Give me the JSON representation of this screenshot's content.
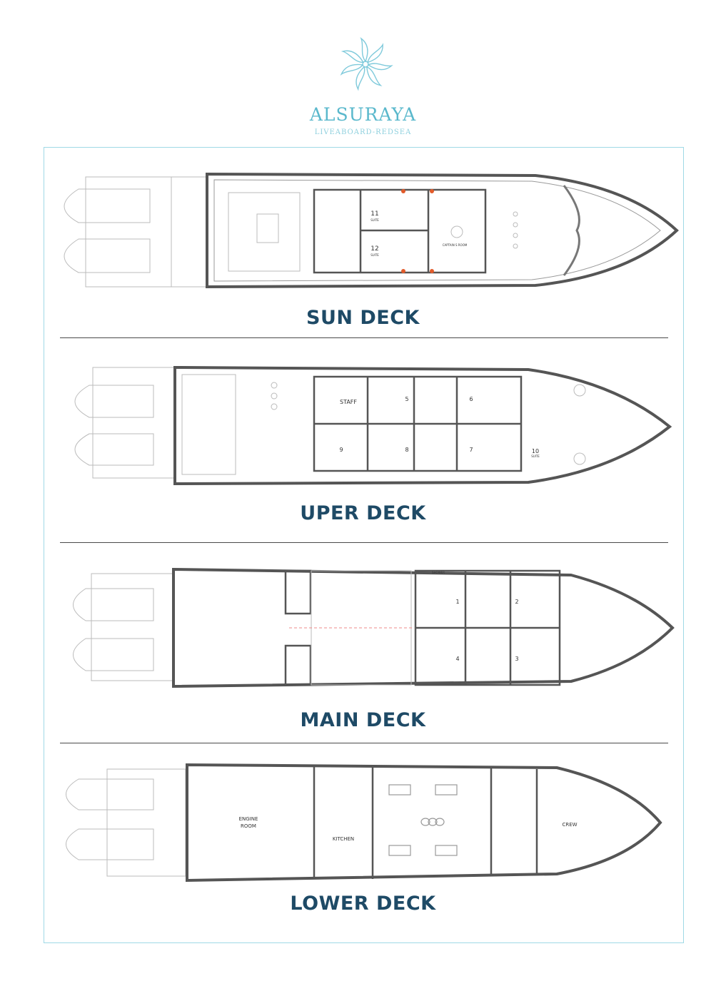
{
  "brand": {
    "name": "ALSURAYA",
    "tagline": "LIVEABOARD-REDSEA",
    "accent": "#5ab8cc",
    "title_color": "#1e4a66"
  },
  "decks": [
    {
      "title": "SUN DECK",
      "rooms": [
        {
          "num": "11",
          "sub": "SUITE"
        },
        {
          "num": "12",
          "sub": "SUITE"
        },
        {
          "num": "",
          "sub": "CAPTAIN S ROOM"
        }
      ]
    },
    {
      "title": "UPER DECK",
      "rooms": [
        {
          "num": "STAFF"
        },
        {
          "num": "5"
        },
        {
          "num": "6"
        },
        {
          "num": "9"
        },
        {
          "num": "8"
        },
        {
          "num": "7"
        },
        {
          "num": "10",
          "sub": "SUITE"
        }
      ]
    },
    {
      "title": "MAIN DECK",
      "rooms": [
        {
          "num": "SHOWER"
        },
        {
          "num": "1"
        },
        {
          "num": "2"
        },
        {
          "num": "4"
        },
        {
          "num": "3"
        }
      ]
    },
    {
      "title": "LOWER DECK",
      "rooms": [
        {
          "num": "ENGINE"
        },
        {
          "num": "ROOM"
        },
        {
          "num": "KITCHEN"
        },
        {
          "num": "CREW"
        }
      ]
    }
  ]
}
